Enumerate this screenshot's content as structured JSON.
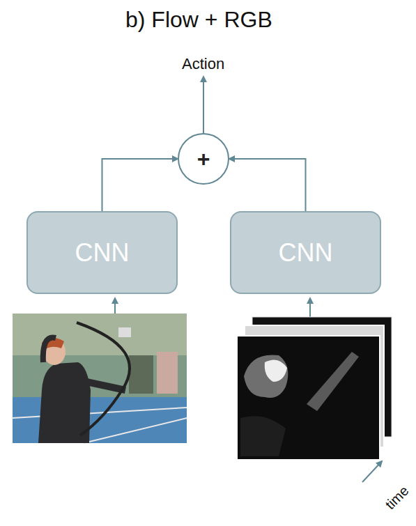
{
  "diagram": {
    "title": "b) Flow + RGB",
    "nodes": [
      {
        "text": [
          "+"
        ]
      },
      {
        "text": [
          "CNN"
        ]
      },
      {
        "text": [
          "CNN"
        ]
      }
    ],
    "edges": [
      {
        "from": 1,
        "to": 0,
        "arrow": "to"
      },
      {
        "from": 2,
        "to": 0,
        "arrow": "to"
      }
    ],
    "labels": [
      "Action",
      "time"
    ]
  }
}
